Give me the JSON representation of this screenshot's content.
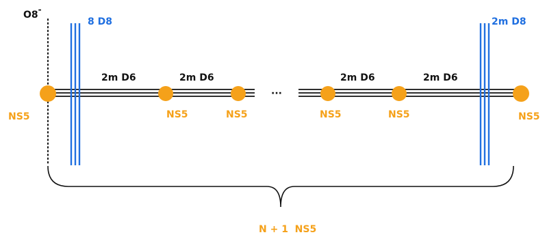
{
  "colors": {
    "d6_brane": "#111111",
    "d8_brane": "#1f6fe0",
    "ns5_brane": "#f5a11a",
    "o8_plane": "#111111"
  },
  "labels": {
    "o8": "O8",
    "o8_sup": "-",
    "d8_left": "8 D8",
    "d8_right": "2m D8",
    "d6_1": "2m D6",
    "d6_2": "2m D6",
    "d6_3": "2m D6",
    "d6_4": "2m D6",
    "ellipsis": "···",
    "ns5_1": "NS5",
    "ns5_2": "NS5",
    "ns5_3": "NS5",
    "ns5_4": "NS5",
    "ns5_5": "NS5",
    "ns5_6": "NS5",
    "brace_label": "N + 1  NS5"
  }
}
